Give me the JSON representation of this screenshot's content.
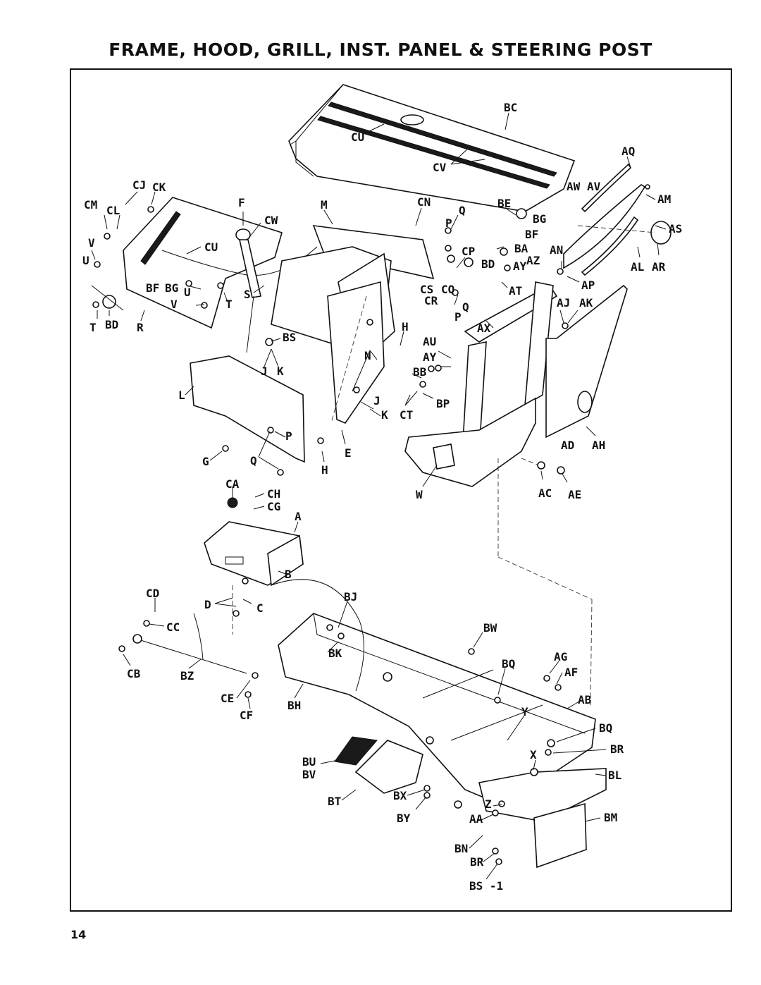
{
  "page": {
    "title": "FRAME, HOOD, GRILL, INST. PANEL & STEERING POST",
    "page_number": "14"
  },
  "labels": [
    {
      "id": "BC",
      "text": "BC"
    },
    {
      "id": "CU1",
      "text": "CU"
    },
    {
      "id": "CV",
      "text": "CV"
    },
    {
      "id": "AQ",
      "text": "AQ"
    },
    {
      "id": "AW",
      "text": "AW"
    },
    {
      "id": "AV",
      "text": "AV"
    },
    {
      "id": "AM",
      "text": "AM"
    },
    {
      "id": "AS",
      "text": "AS"
    },
    {
      "id": "AN",
      "text": "AN"
    },
    {
      "id": "AL",
      "text": "AL"
    },
    {
      "id": "AR",
      "text": "AR"
    },
    {
      "id": "AP",
      "text": "AP"
    },
    {
      "id": "AJ",
      "text": "AJ"
    },
    {
      "id": "AK",
      "text": "AK"
    },
    {
      "id": "AH",
      "text": "AH"
    },
    {
      "id": "AD",
      "text": "AD"
    },
    {
      "id": "AC",
      "text": "AC"
    },
    {
      "id": "AE",
      "text": "AE"
    },
    {
      "id": "CJ",
      "text": "CJ"
    },
    {
      "id": "CK",
      "text": "CK"
    },
    {
      "id": "CM",
      "text": "CM"
    },
    {
      "id": "CL",
      "text": "CL"
    },
    {
      "id": "V1",
      "text": "V"
    },
    {
      "id": "U1",
      "text": "U"
    },
    {
      "id": "BF1",
      "text": "BF"
    },
    {
      "id": "BG1",
      "text": "BG"
    },
    {
      "id": "U2",
      "text": "U"
    },
    {
      "id": "V2",
      "text": "V"
    },
    {
      "id": "T1",
      "text": "T"
    },
    {
      "id": "T2",
      "text": "T"
    },
    {
      "id": "BD1",
      "text": "BD"
    },
    {
      "id": "R",
      "text": "R"
    },
    {
      "id": "F",
      "text": "F"
    },
    {
      "id": "CW",
      "text": "CW"
    },
    {
      "id": "CU2",
      "text": "CU"
    },
    {
      "id": "S",
      "text": "S"
    },
    {
      "id": "M",
      "text": "M"
    },
    {
      "id": "CN",
      "text": "CN"
    },
    {
      "id": "Q1",
      "text": "Q"
    },
    {
      "id": "P1",
      "text": "P"
    },
    {
      "id": "BE",
      "text": "BE"
    },
    {
      "id": "BG2",
      "text": "BG"
    },
    {
      "id": "BF2",
      "text": "BF"
    },
    {
      "id": "CP",
      "text": "CP"
    },
    {
      "id": "BA",
      "text": "BA"
    },
    {
      "id": "BD2",
      "text": "BD"
    },
    {
      "id": "AY1",
      "text": "AY"
    },
    {
      "id": "AZ",
      "text": "AZ"
    },
    {
      "id": "CS",
      "text": "CS"
    },
    {
      "id": "CQ",
      "text": "CQ"
    },
    {
      "id": "CR",
      "text": "CR"
    },
    {
      "id": "Q2",
      "text": "Q"
    },
    {
      "id": "P2",
      "text": "P"
    },
    {
      "id": "AT",
      "text": "AT"
    },
    {
      "id": "AX",
      "text": "AX"
    },
    {
      "id": "H1",
      "text": "H"
    },
    {
      "id": "AU",
      "text": "AU"
    },
    {
      "id": "AY2",
      "text": "AY"
    },
    {
      "id": "BB",
      "text": "BB"
    },
    {
      "id": "BS",
      "text": "BS"
    },
    {
      "id": "J1",
      "text": "J"
    },
    {
      "id": "K1",
      "text": "K"
    },
    {
      "id": "N",
      "text": "N"
    },
    {
      "id": "J2",
      "text": "J"
    },
    {
      "id": "K2",
      "text": "K"
    },
    {
      "id": "CT",
      "text": "CT"
    },
    {
      "id": "BP",
      "text": "BP"
    },
    {
      "id": "L",
      "text": "L"
    },
    {
      "id": "P3",
      "text": "P"
    },
    {
      "id": "G",
      "text": "G"
    },
    {
      "id": "Q3",
      "text": "Q"
    },
    {
      "id": "H2",
      "text": "H"
    },
    {
      "id": "E",
      "text": "E"
    },
    {
      "id": "W",
      "text": "W"
    },
    {
      "id": "CA",
      "text": "CA"
    },
    {
      "id": "CH",
      "text": "CH"
    },
    {
      "id": "CG",
      "text": "CG"
    },
    {
      "id": "A",
      "text": "A"
    },
    {
      "id": "B",
      "text": "B"
    },
    {
      "id": "CD",
      "text": "CD"
    },
    {
      "id": "D",
      "text": "D"
    },
    {
      "id": "C",
      "text": "C"
    },
    {
      "id": "BJ",
      "text": "BJ"
    },
    {
      "id": "CC",
      "text": "CC"
    },
    {
      "id": "CB",
      "text": "CB"
    },
    {
      "id": "BZ",
      "text": "BZ"
    },
    {
      "id": "CE",
      "text": "CE"
    },
    {
      "id": "CF",
      "text": "CF"
    },
    {
      "id": "BK",
      "text": "BK"
    },
    {
      "id": "BH",
      "text": "BH"
    },
    {
      "id": "BW",
      "text": "BW"
    },
    {
      "id": "AG",
      "text": "AG"
    },
    {
      "id": "BQ1",
      "text": "BQ"
    },
    {
      "id": "AF",
      "text": "AF"
    },
    {
      "id": "AB",
      "text": "AB"
    },
    {
      "id": "Y",
      "text": "Y"
    },
    {
      "id": "BQ2",
      "text": "BQ"
    },
    {
      "id": "BR1",
      "text": "BR"
    },
    {
      "id": "X",
      "text": "X"
    },
    {
      "id": "BL",
      "text": "BL"
    },
    {
      "id": "BU",
      "text": "BU"
    },
    {
      "id": "BV",
      "text": "BV"
    },
    {
      "id": "BT",
      "text": "BT"
    },
    {
      "id": "BX",
      "text": "BX"
    },
    {
      "id": "BY",
      "text": "BY"
    },
    {
      "id": "Z",
      "text": "Z"
    },
    {
      "id": "AA",
      "text": "AA"
    },
    {
      "id": "BM",
      "text": "BM"
    },
    {
      "id": "BN",
      "text": "BN"
    },
    {
      "id": "BR2",
      "text": "BR"
    },
    {
      "id": "BS1",
      "text": "BS -1"
    }
  ]
}
